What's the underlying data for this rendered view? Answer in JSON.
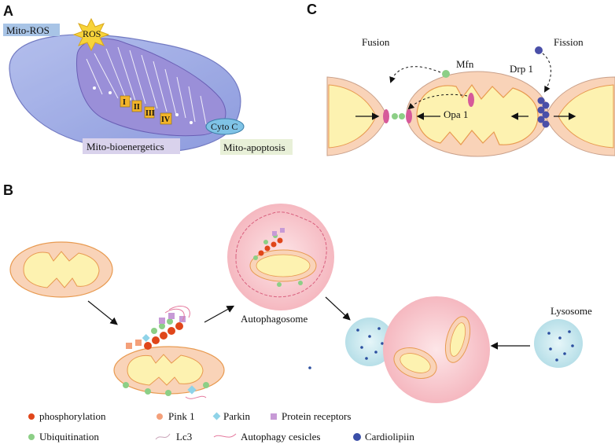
{
  "panels": {
    "a": "A",
    "b": "B",
    "c": "C"
  },
  "panel_a": {
    "mito_ros": "Mito-ROS",
    "ros": "ROS",
    "complexes": [
      "I",
      "II",
      "III",
      "IV"
    ],
    "cyto_c": "Cyto C",
    "mito_bioenergetics": "Mito-bioenergetics",
    "mito_apoptosis": "Mito-apoptosis"
  },
  "panel_c": {
    "fusion": "Fusion",
    "fission": "Fission",
    "mfn": "Mfn",
    "drp1": "Drp 1",
    "opa1": "Opa 1"
  },
  "panel_b": {
    "autophagosome": "Autophagosome",
    "lysosome": "Lysosome"
  },
  "legend": [
    {
      "label": "phosphorylation",
      "color": "#e0461a"
    },
    {
      "label": "Pink 1",
      "color": "#f4a07a"
    },
    {
      "label": "Parkin",
      "color": "#8fd3e8"
    },
    {
      "label": "Protein receptors",
      "color": "#c79ad6"
    },
    {
      "label": "Ubiquitination",
      "color": "#8ccf86"
    },
    {
      "label": "Lc3",
      "color": "#c9a3b8"
    },
    {
      "label": "Autophagy cesicles",
      "color": "#e57a9e"
    },
    {
      "label": "Cardiolipiin",
      "color": "#3a4fa8"
    }
  ],
  "colors": {
    "mito_fill": "#f9d3b8",
    "mito_stroke": "#e89a50",
    "matrix_fill": "#fdf2b0",
    "autophagosome_fill": "#f7c2c8",
    "lysosome_fill": "#c8e8ef",
    "cristae_purple": "#8a79c9"
  }
}
